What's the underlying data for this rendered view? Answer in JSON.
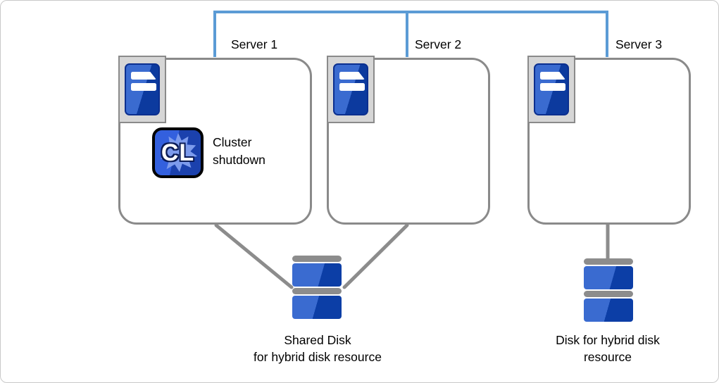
{
  "frame": {
    "background": "#ffffff",
    "border_color": "#c9c9c9"
  },
  "palette": {
    "interconnect_blue": "#5b9bd5",
    "line_gray": "#8a8a8a",
    "icon_silver": "#d6d6d6",
    "icon_blue_light": "#3a6bd0",
    "icon_blue_dark": "#0c3ea6",
    "cl_badge_blue": "#2b56d4",
    "cl_star_blue": "#7d9bec",
    "text_color": "#000000"
  },
  "servers": [
    {
      "label": "Server 1"
    },
    {
      "label": "Server 2"
    },
    {
      "label": "Server 3"
    }
  ],
  "annotations": {
    "cluster_shutdown": {
      "badge_text": "CL",
      "line1": "Cluster",
      "line2": "shutdown"
    },
    "shared_disk": {
      "line1": "Shared Disk",
      "line2": "for hybrid disk resource"
    },
    "hybrid_disk": {
      "line1": "Disk for hybrid disk",
      "line2": "resource"
    }
  }
}
